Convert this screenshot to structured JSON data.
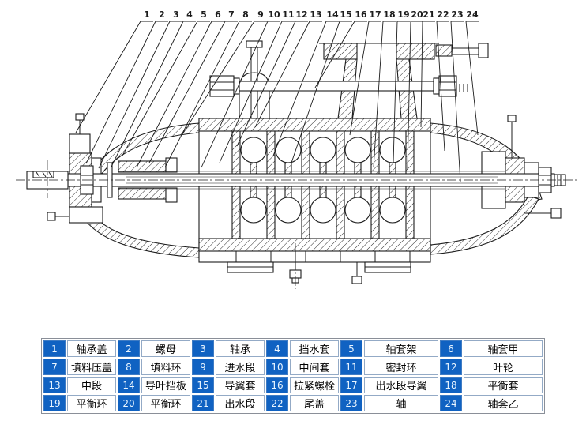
{
  "callouts": [
    "1",
    "2",
    "3",
    "4",
    "5",
    "6",
    "7",
    "8",
    "9",
    "10",
    "11",
    "12",
    "13",
    "14",
    "15",
    "16",
    "17",
    "18",
    "19",
    "20",
    "21",
    "22",
    "23",
    "24"
  ],
  "parts": [
    {
      "no": "1",
      "name": "轴承盖"
    },
    {
      "no": "2",
      "name": "螺母"
    },
    {
      "no": "3",
      "name": "轴承"
    },
    {
      "no": "4",
      "name": "挡水套"
    },
    {
      "no": "5",
      "name": "轴套架"
    },
    {
      "no": "6",
      "name": "轴套甲"
    },
    {
      "no": "7",
      "name": "填料压盖"
    },
    {
      "no": "8",
      "name": "填料环"
    },
    {
      "no": "9",
      "name": "进水段"
    },
    {
      "no": "10",
      "name": "中间套"
    },
    {
      "no": "11",
      "name": "密封环"
    },
    {
      "no": "12",
      "name": "叶轮"
    },
    {
      "no": "13",
      "name": "中段"
    },
    {
      "no": "14",
      "name": "导叶挡板"
    },
    {
      "no": "15",
      "name": "导翼套"
    },
    {
      "no": "16",
      "name": "拉紧螺栓"
    },
    {
      "no": "17",
      "name": "出水段导翼"
    },
    {
      "no": "18",
      "name": "平衡套"
    },
    {
      "no": "19",
      "name": "平衡环"
    },
    {
      "no": "20",
      "name": "平衡环"
    },
    {
      "no": "21",
      "name": "出水段"
    },
    {
      "no": "22",
      "name": "尾盖"
    },
    {
      "no": "23",
      "name": "轴"
    },
    {
      "no": "24",
      "name": "轴套乙"
    }
  ],
  "colors": {
    "num_cell_bg": "#1062c2",
    "num_cell_text": "#e9f5ff",
    "cell_border": "#93aac6",
    "table_border": "#8a8f98",
    "line": "#1c1c1c"
  }
}
